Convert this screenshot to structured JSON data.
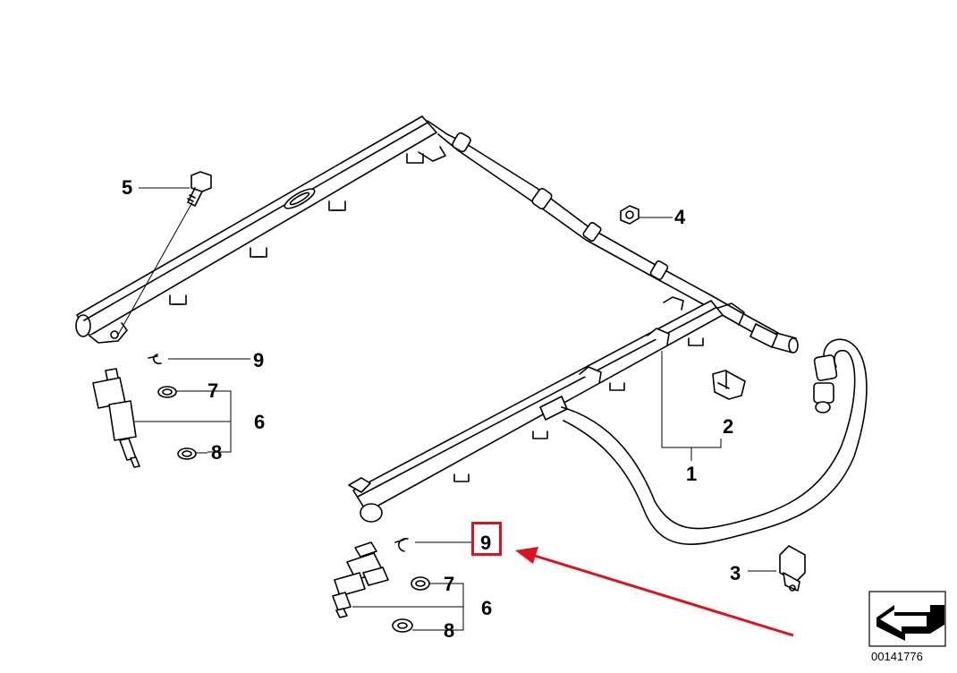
{
  "callouts": {
    "c1": "1",
    "c2": "2",
    "c3": "3",
    "c4": "4",
    "c5": "5",
    "c6_top": "6",
    "c7_top": "7",
    "c8_top": "8",
    "c9_top": "9",
    "c9_highlight": "9",
    "c6_bottom": "6",
    "c7_bottom": "7",
    "c8_bottom": "8"
  },
  "diagram_number": "00141776",
  "colors": {
    "line": "#000000",
    "highlight": "#e01020",
    "arrow": "#e01020"
  },
  "icons": {
    "corner_symbol": "page-corner-arrow-icon"
  }
}
